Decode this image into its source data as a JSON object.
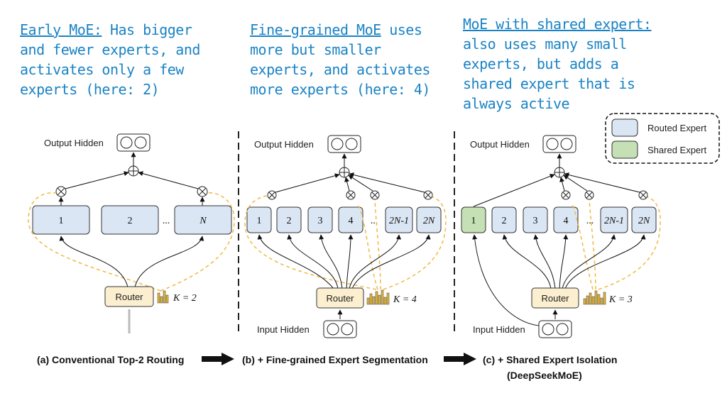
{
  "notes": {
    "early": {
      "head": "Early MoE:",
      "body": " Has bigger\nand fewer experts, and\nactivates only a few\nexperts (here: 2)"
    },
    "fine": {
      "head": "Fine-grained MoE",
      "body": " uses\nmore but smaller\nexperts, and activates\nmore experts (here: 4)"
    },
    "shared": {
      "head": "MoE with shared expert:",
      "body": "\nalso uses many small\nexperts, but adds a\nshared expert that is\nalways active"
    }
  },
  "legend": {
    "routed": "Routed Expert",
    "shared": "Shared Expert"
  },
  "colors": {
    "routed": "#dbe6f4",
    "shared": "#c5e0b4",
    "router": "#fbefd0",
    "dash": "#f0b942",
    "note": "#1a83c4"
  },
  "labels": {
    "output_hidden": "Output Hidden",
    "input_hidden": "Input Hidden",
    "router": "Router",
    "ellipsis": "..."
  },
  "panel_a": {
    "experts": [
      "1",
      "2",
      "N"
    ],
    "k": "K = 2",
    "caption": "(a) Conventional Top-2 Routing"
  },
  "panel_b": {
    "experts": [
      "1",
      "2",
      "3",
      "4",
      "2N-1",
      "2N"
    ],
    "k": "K = 4",
    "caption": "(b) + Fine-grained Expert Segmentation"
  },
  "panel_c": {
    "experts": [
      "1",
      "2",
      "3",
      "4",
      "2N-1",
      "2N"
    ],
    "k": "K = 3",
    "caption": "(c) + Shared Expert Isolation",
    "caption2": "(DeepSeekMoE)"
  }
}
